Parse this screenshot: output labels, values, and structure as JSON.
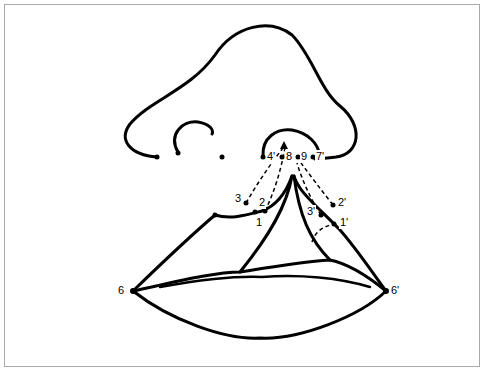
{
  "diagram": {
    "labels": [
      "4'",
      "8",
      "9",
      "7'",
      "3",
      "2'",
      "2",
      "3'",
      "1",
      "1'",
      "6",
      "6'"
    ]
  }
}
